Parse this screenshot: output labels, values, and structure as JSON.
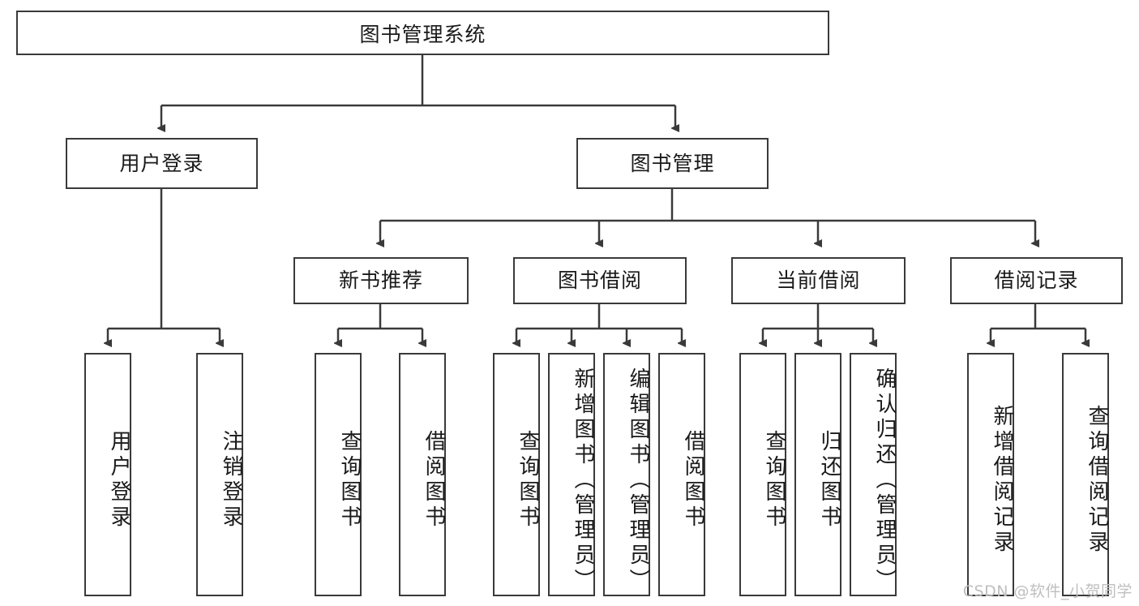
{
  "diagram": {
    "title": "图书管理系统",
    "type": "hierarchy-tree",
    "watermark": "CSDN @软件_小贺同学",
    "line_color": "#3a3a3a",
    "box_fill": "#ffffff",
    "text_color": "#1a1a1a",
    "watermark_color": "#bfbfbf",
    "levels": {
      "root": {
        "label": "图书管理系统"
      },
      "level2": [
        {
          "id": "user-login",
          "label": "用户登录"
        },
        {
          "id": "book-management",
          "label": "图书管理"
        }
      ],
      "level3": [
        {
          "id": "new-book-recommend",
          "label": "新书推荐",
          "parent": "book-management"
        },
        {
          "id": "book-borrow",
          "label": "图书借阅",
          "parent": "book-management"
        },
        {
          "id": "current-borrow",
          "label": "当前借阅",
          "parent": "book-management"
        },
        {
          "id": "borrow-record",
          "label": "借阅记录",
          "parent": "book-management"
        }
      ],
      "leaves": [
        {
          "id": "leaf-user-login",
          "label": "用户登录",
          "parent": "user-login"
        },
        {
          "id": "leaf-logout",
          "label": "注销登录",
          "parent": "user-login"
        },
        {
          "id": "leaf-query-book-1",
          "label": "查询图书",
          "parent": "new-book-recommend"
        },
        {
          "id": "leaf-borrow-book-1",
          "label": "借阅图书",
          "parent": "new-book-recommend"
        },
        {
          "id": "leaf-query-book-2",
          "label": "查询图书",
          "parent": "book-borrow"
        },
        {
          "id": "leaf-add-book",
          "label": "新增图书（管理员）",
          "parent": "book-borrow"
        },
        {
          "id": "leaf-edit-book",
          "label": "编辑图书（管理员）",
          "parent": "book-borrow"
        },
        {
          "id": "leaf-borrow-book-2",
          "label": "借阅图书",
          "parent": "book-borrow"
        },
        {
          "id": "leaf-query-book-3",
          "label": "查询图书",
          "parent": "current-borrow"
        },
        {
          "id": "leaf-return-book",
          "label": "归还图书",
          "parent": "current-borrow"
        },
        {
          "id": "leaf-confirm-return",
          "label": "确认归还（管理员）",
          "parent": "current-borrow"
        },
        {
          "id": "leaf-add-record",
          "label": "新增借阅记录",
          "parent": "borrow-record"
        },
        {
          "id": "leaf-query-record",
          "label": "查询借阅记录",
          "parent": "borrow-record"
        }
      ]
    }
  }
}
